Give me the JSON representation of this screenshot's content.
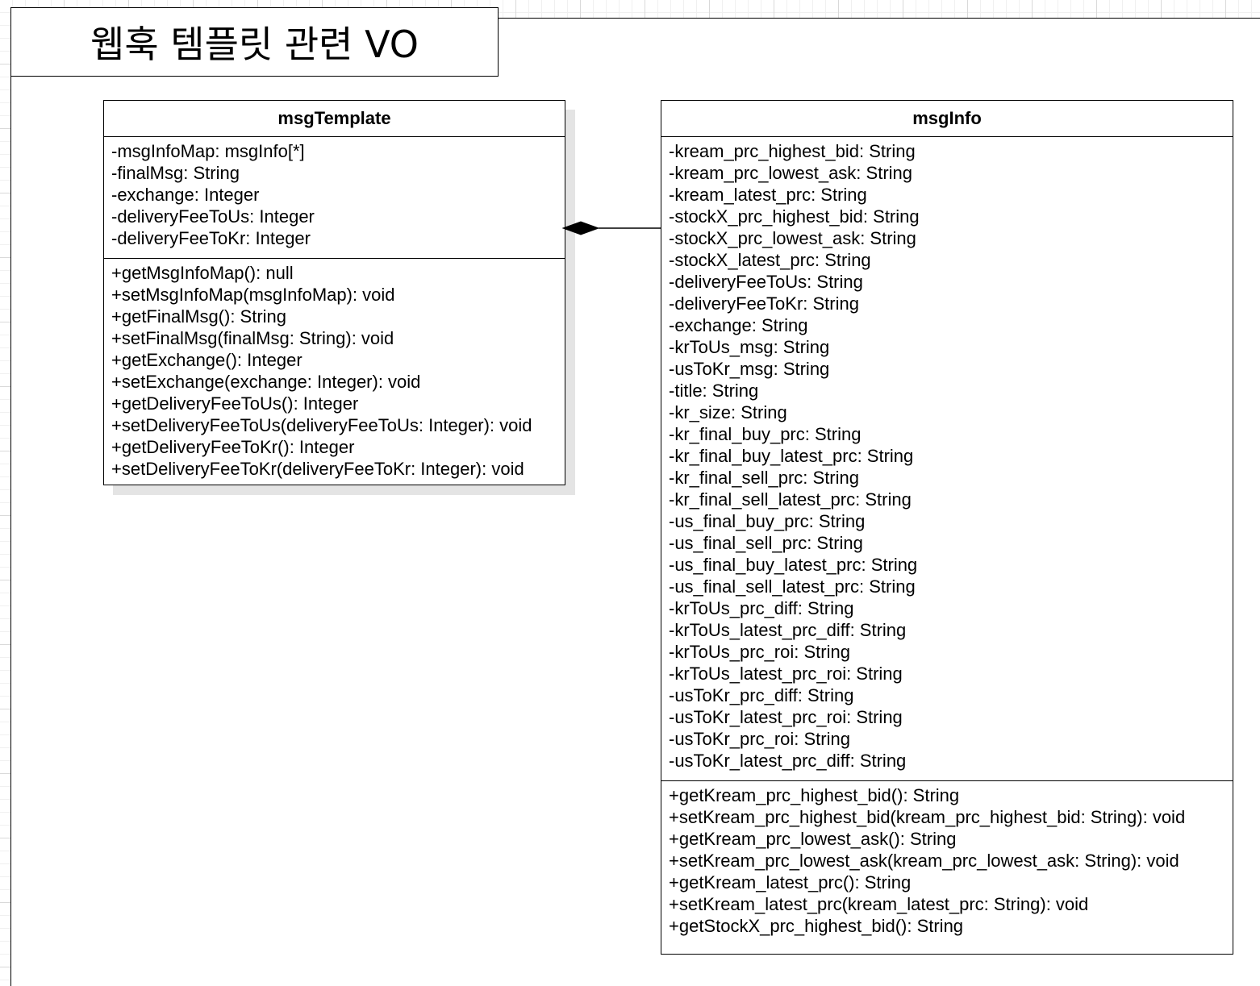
{
  "frame": {
    "title": "웹훅 템플릿 관련 VO"
  },
  "msgTemplate": {
    "name": "msgTemplate",
    "attributes": [
      "-msgInfoMap: msgInfo[*]",
      "-finalMsg: String",
      "-exchange: Integer",
      "-deliveryFeeToUs: Integer",
      "-deliveryFeeToKr: Integer"
    ],
    "methods": [
      "+getMsgInfoMap(): null",
      "+setMsgInfoMap(msgInfoMap): void",
      "+getFinalMsg(): String",
      "+setFinalMsg(finalMsg: String): void",
      "+getExchange(): Integer",
      "+setExchange(exchange: Integer): void",
      "+getDeliveryFeeToUs(): Integer",
      "+setDeliveryFeeToUs(deliveryFeeToUs: Integer): void",
      "+getDeliveryFeeToKr(): Integer",
      "+setDeliveryFeeToKr(deliveryFeeToKr: Integer): void"
    ]
  },
  "msgInfo": {
    "name": "msgInfo",
    "attributes": [
      "-kream_prc_highest_bid: String",
      "-kream_prc_lowest_ask: String",
      "-kream_latest_prc: String",
      "-stockX_prc_highest_bid: String",
      "-stockX_prc_lowest_ask: String",
      "-stockX_latest_prc: String",
      "-deliveryFeeToUs: String",
      "-deliveryFeeToKr: String",
      "-exchange: String",
      "-krToUs_msg: String",
      "-usToKr_msg: String",
      "-title: String",
      "-kr_size: String",
      "-kr_final_buy_prc: String",
      "-kr_final_buy_latest_prc: String",
      "-kr_final_sell_prc: String",
      "-kr_final_sell_latest_prc: String",
      "-us_final_buy_prc: String",
      "-us_final_sell_prc: String",
      "-us_final_buy_latest_prc: String",
      "-us_final_sell_latest_prc: String",
      "-krToUs_prc_diff: String",
      "-krToUs_latest_prc_diff: String",
      "-krToUs_prc_roi: String",
      "-krToUs_latest_prc_roi: String",
      "-usToKr_prc_diff: String",
      "-usToKr_latest_prc_roi: String",
      "-usToKr_prc_roi: String",
      "-usToKr_latest_prc_diff: String"
    ],
    "methods": [
      "+getKream_prc_highest_bid(): String",
      "+setKream_prc_highest_bid(kream_prc_highest_bid: String): void",
      "+getKream_prc_lowest_ask(): String",
      "+setKream_prc_lowest_ask(kream_prc_lowest_ask: String): void",
      "+getKream_latest_prc(): String",
      "+setKream_latest_prc(kream_latest_prc: String): void",
      "+getStockX_prc_highest_bid(): String"
    ]
  },
  "relationship": {
    "type": "composition",
    "whole": "msgTemplate",
    "part": "msgInfo"
  }
}
